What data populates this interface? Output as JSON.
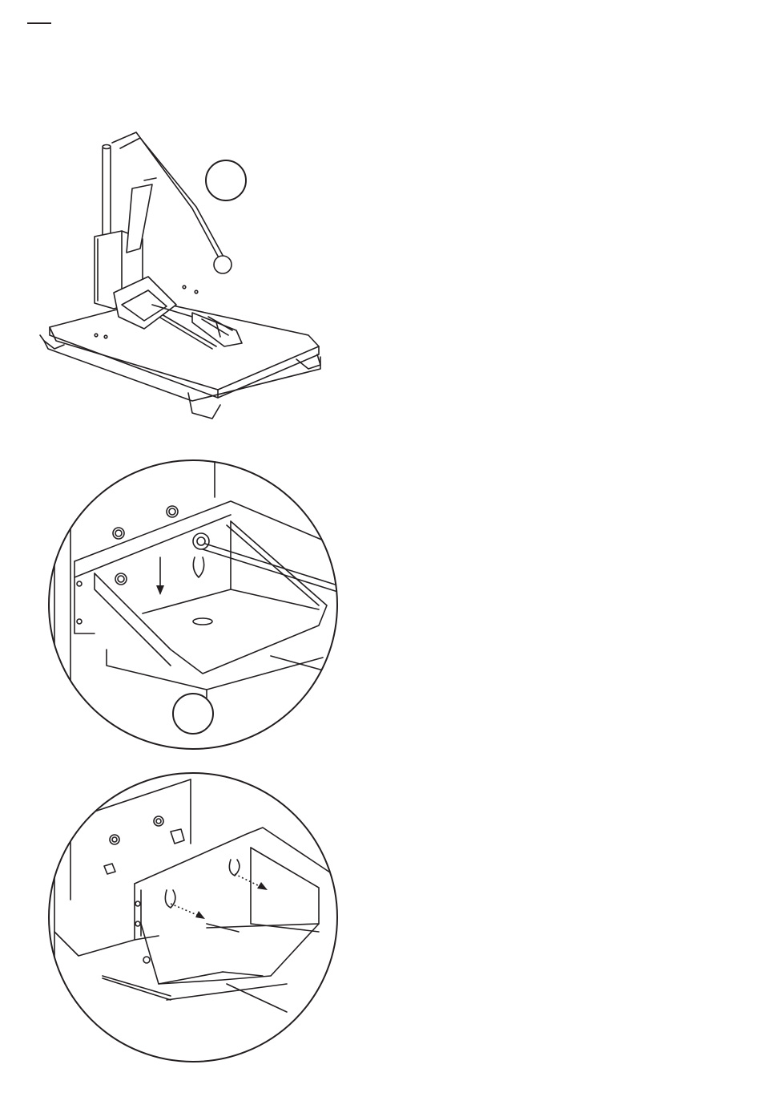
{
  "page": {
    "header_rule": "short-rule",
    "figures": [
      {
        "id": "overview",
        "description_icon": "tile-cutter-overview-illustration",
        "callout": "blank-callout-circle"
      },
      {
        "id": "detail-1",
        "description_icon": "screwdriver-loosening-bolts-detail",
        "callout": "blank-callout-circle"
      },
      {
        "id": "detail-2",
        "description_icon": "bracket-removal-detail",
        "callout": "none"
      }
    ],
    "colors": {
      "line": "#231f20",
      "background": "#ffffff"
    }
  }
}
